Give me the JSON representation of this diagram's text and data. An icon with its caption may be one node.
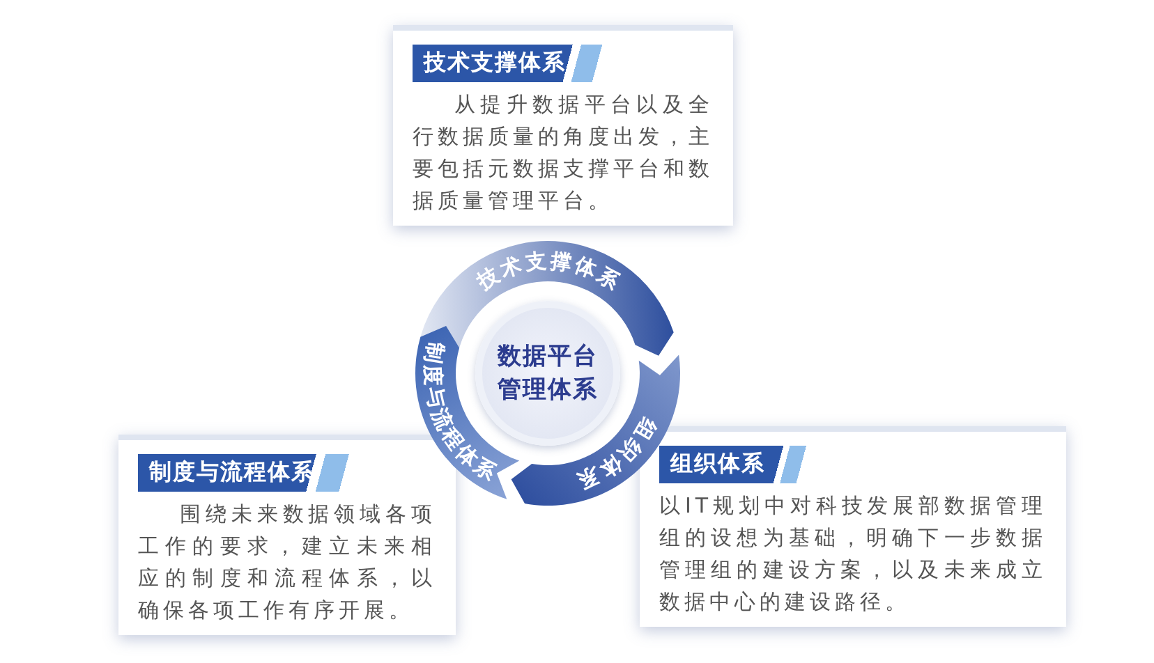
{
  "diagram": {
    "nodes": [
      {
        "text": [
          "技术支撑体系",
          "从提升数据平台以及全行数据质量的角度出发，主要包括元数据支撑平台和数据质量管理平台。"
        ]
      },
      {
        "text": [
          "技术支撑体系"
        ]
      },
      {
        "text": [
          "数据平台管理体系"
        ]
      },
      {
        "text": [
          "制度与流程体系"
        ]
      },
      {
        "text": [
          "组织体系"
        ]
      },
      {
        "text": [
          "制度与流程体系",
          "围绕未来数据领域各项工作的要求，建立未来相应的制度和流程体系，以确保各项工作有序开展。"
        ]
      },
      {
        "text": [
          "组织体系",
          "以IT规划中对科技发展部数据管理组的设想为基础，明确下一步数据管理组的建设方案，以及未来成立数据中心的建设路径。"
        ]
      }
    ]
  }
}
